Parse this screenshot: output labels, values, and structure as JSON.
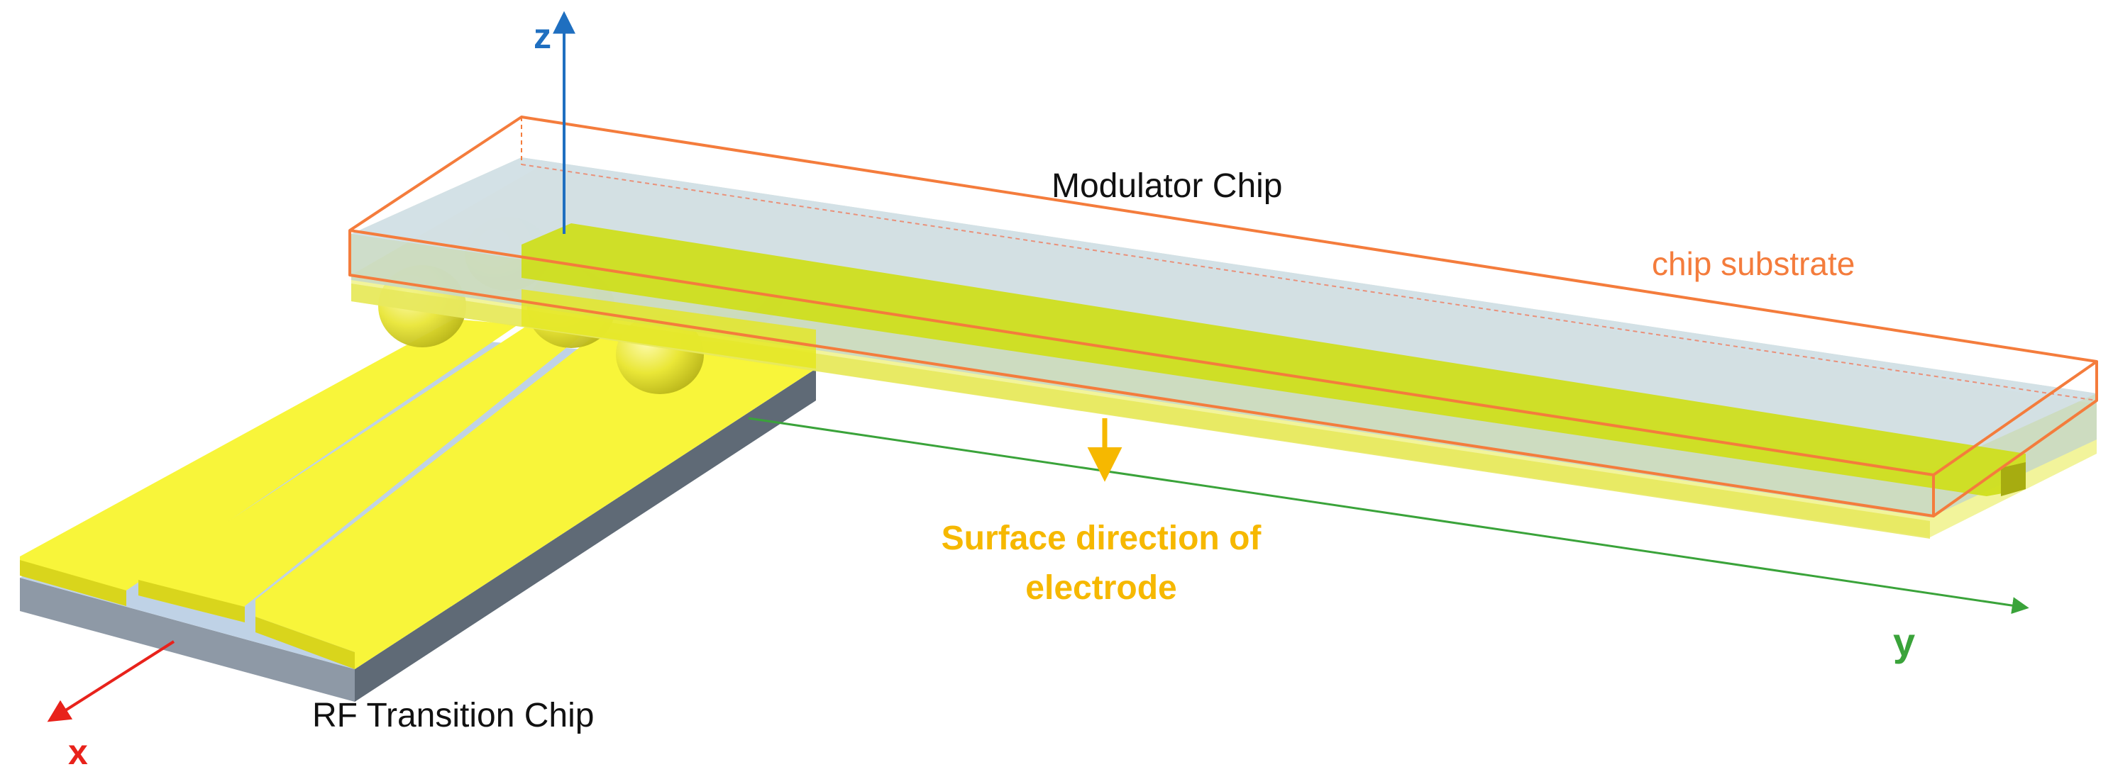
{
  "labels": {
    "modulator_chip": "Modulator Chip",
    "chip_substrate": "chip substrate",
    "surface_direction_line1": "Surface direction of",
    "surface_direction_line2": "electrode",
    "rf_transition_chip": "RF Transition Chip"
  },
  "axes": {
    "x": "x",
    "y": "y",
    "z": "z"
  },
  "colors": {
    "axis_x": "#e8221b",
    "axis_y": "#3aa33a",
    "axis_z": "#1f6fc0",
    "surface_arrow": "#f6b800",
    "substrate_outline": "#f47c3c",
    "electrode_yellow": "#f8f53a",
    "rf_base_gray": "#8a96a4",
    "modulator_overlay": "#c9d9c4"
  }
}
